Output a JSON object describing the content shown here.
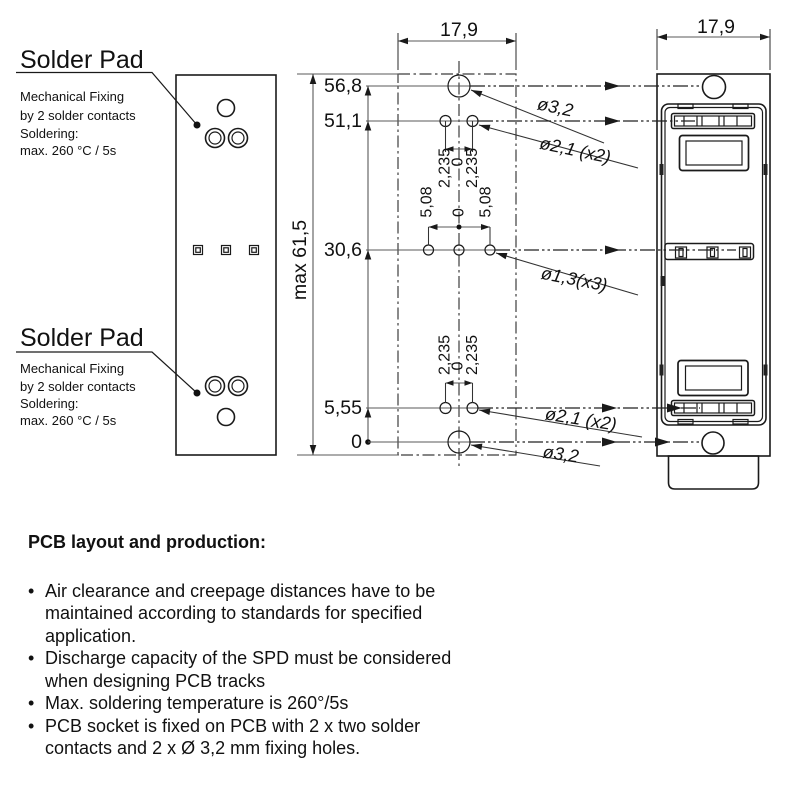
{
  "colors": {
    "ink": "#1a1a1a",
    "dim_line": "#5a5a5a",
    "background": "#ffffff"
  },
  "left_view": {
    "top_label": {
      "title": "Solder Pad",
      "lines": [
        "Mechanical Fixing",
        "by 2 solder contacts",
        "Soldering:",
        "max. 260 °C / 5s"
      ]
    },
    "bottom_label": {
      "title": "Solder Pad",
      "lines": [
        "Mechanical Fixing",
        "by 2 solder contacts",
        "Soldering:",
        "max. 260 °C / 5s"
      ]
    }
  },
  "drill_plan": {
    "width": "17,9",
    "max_height": "max 61,5",
    "levels": [
      "56,8",
      "51,1",
      "30,6",
      "5,55",
      "0"
    ],
    "pitch_small_top": [
      "2,235",
      "0",
      "2,235"
    ],
    "pitch_large": [
      "5,08",
      "0",
      "5,08"
    ],
    "pitch_small_bottom": [
      "2,235",
      "0",
      "2,235"
    ],
    "holes": [
      "ø3,2",
      "ø2,1 (x2)",
      "ø1,3(x3)",
      "ø2,1 (x2)",
      "ø3,2"
    ]
  },
  "front_view": {
    "width": "17,9"
  },
  "notes": {
    "title": "PCB layout and production:",
    "bullet": "•",
    "items": [
      [
        "Air clearance and creepage distances have to be",
        "maintained according to standards for specified",
        "application."
      ],
      [
        "Discharge capacity of the SPD must be considered",
        "when designing PCB tracks"
      ],
      [
        "Max. soldering temperature is 260°/5s"
      ],
      [
        "PCB socket is fixed on PCB with 2 x two solder",
        "contacts and 2 x Ø 3,2 mm fixing holes."
      ]
    ]
  }
}
